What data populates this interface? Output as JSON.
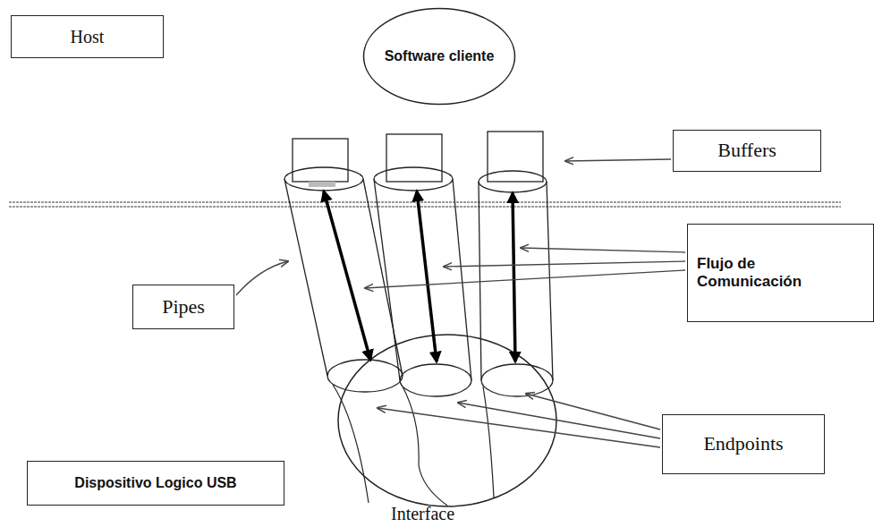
{
  "diagram": {
    "nodes": [
      {
        "text": [
          "Host"
        ]
      },
      {
        "text": [
          "Software cliente"
        ]
      },
      {
        "text": [
          "Buffers"
        ]
      },
      {
        "text": [
          "Pipes"
        ]
      },
      {
        "text": [
          "Flujo de Comunicación"
        ]
      },
      {
        "text": [
          "Dispositivo Logico USB"
        ]
      },
      {
        "text": [
          "Endpoints"
        ]
      }
    ],
    "labels": [
      "Interface"
    ]
  }
}
